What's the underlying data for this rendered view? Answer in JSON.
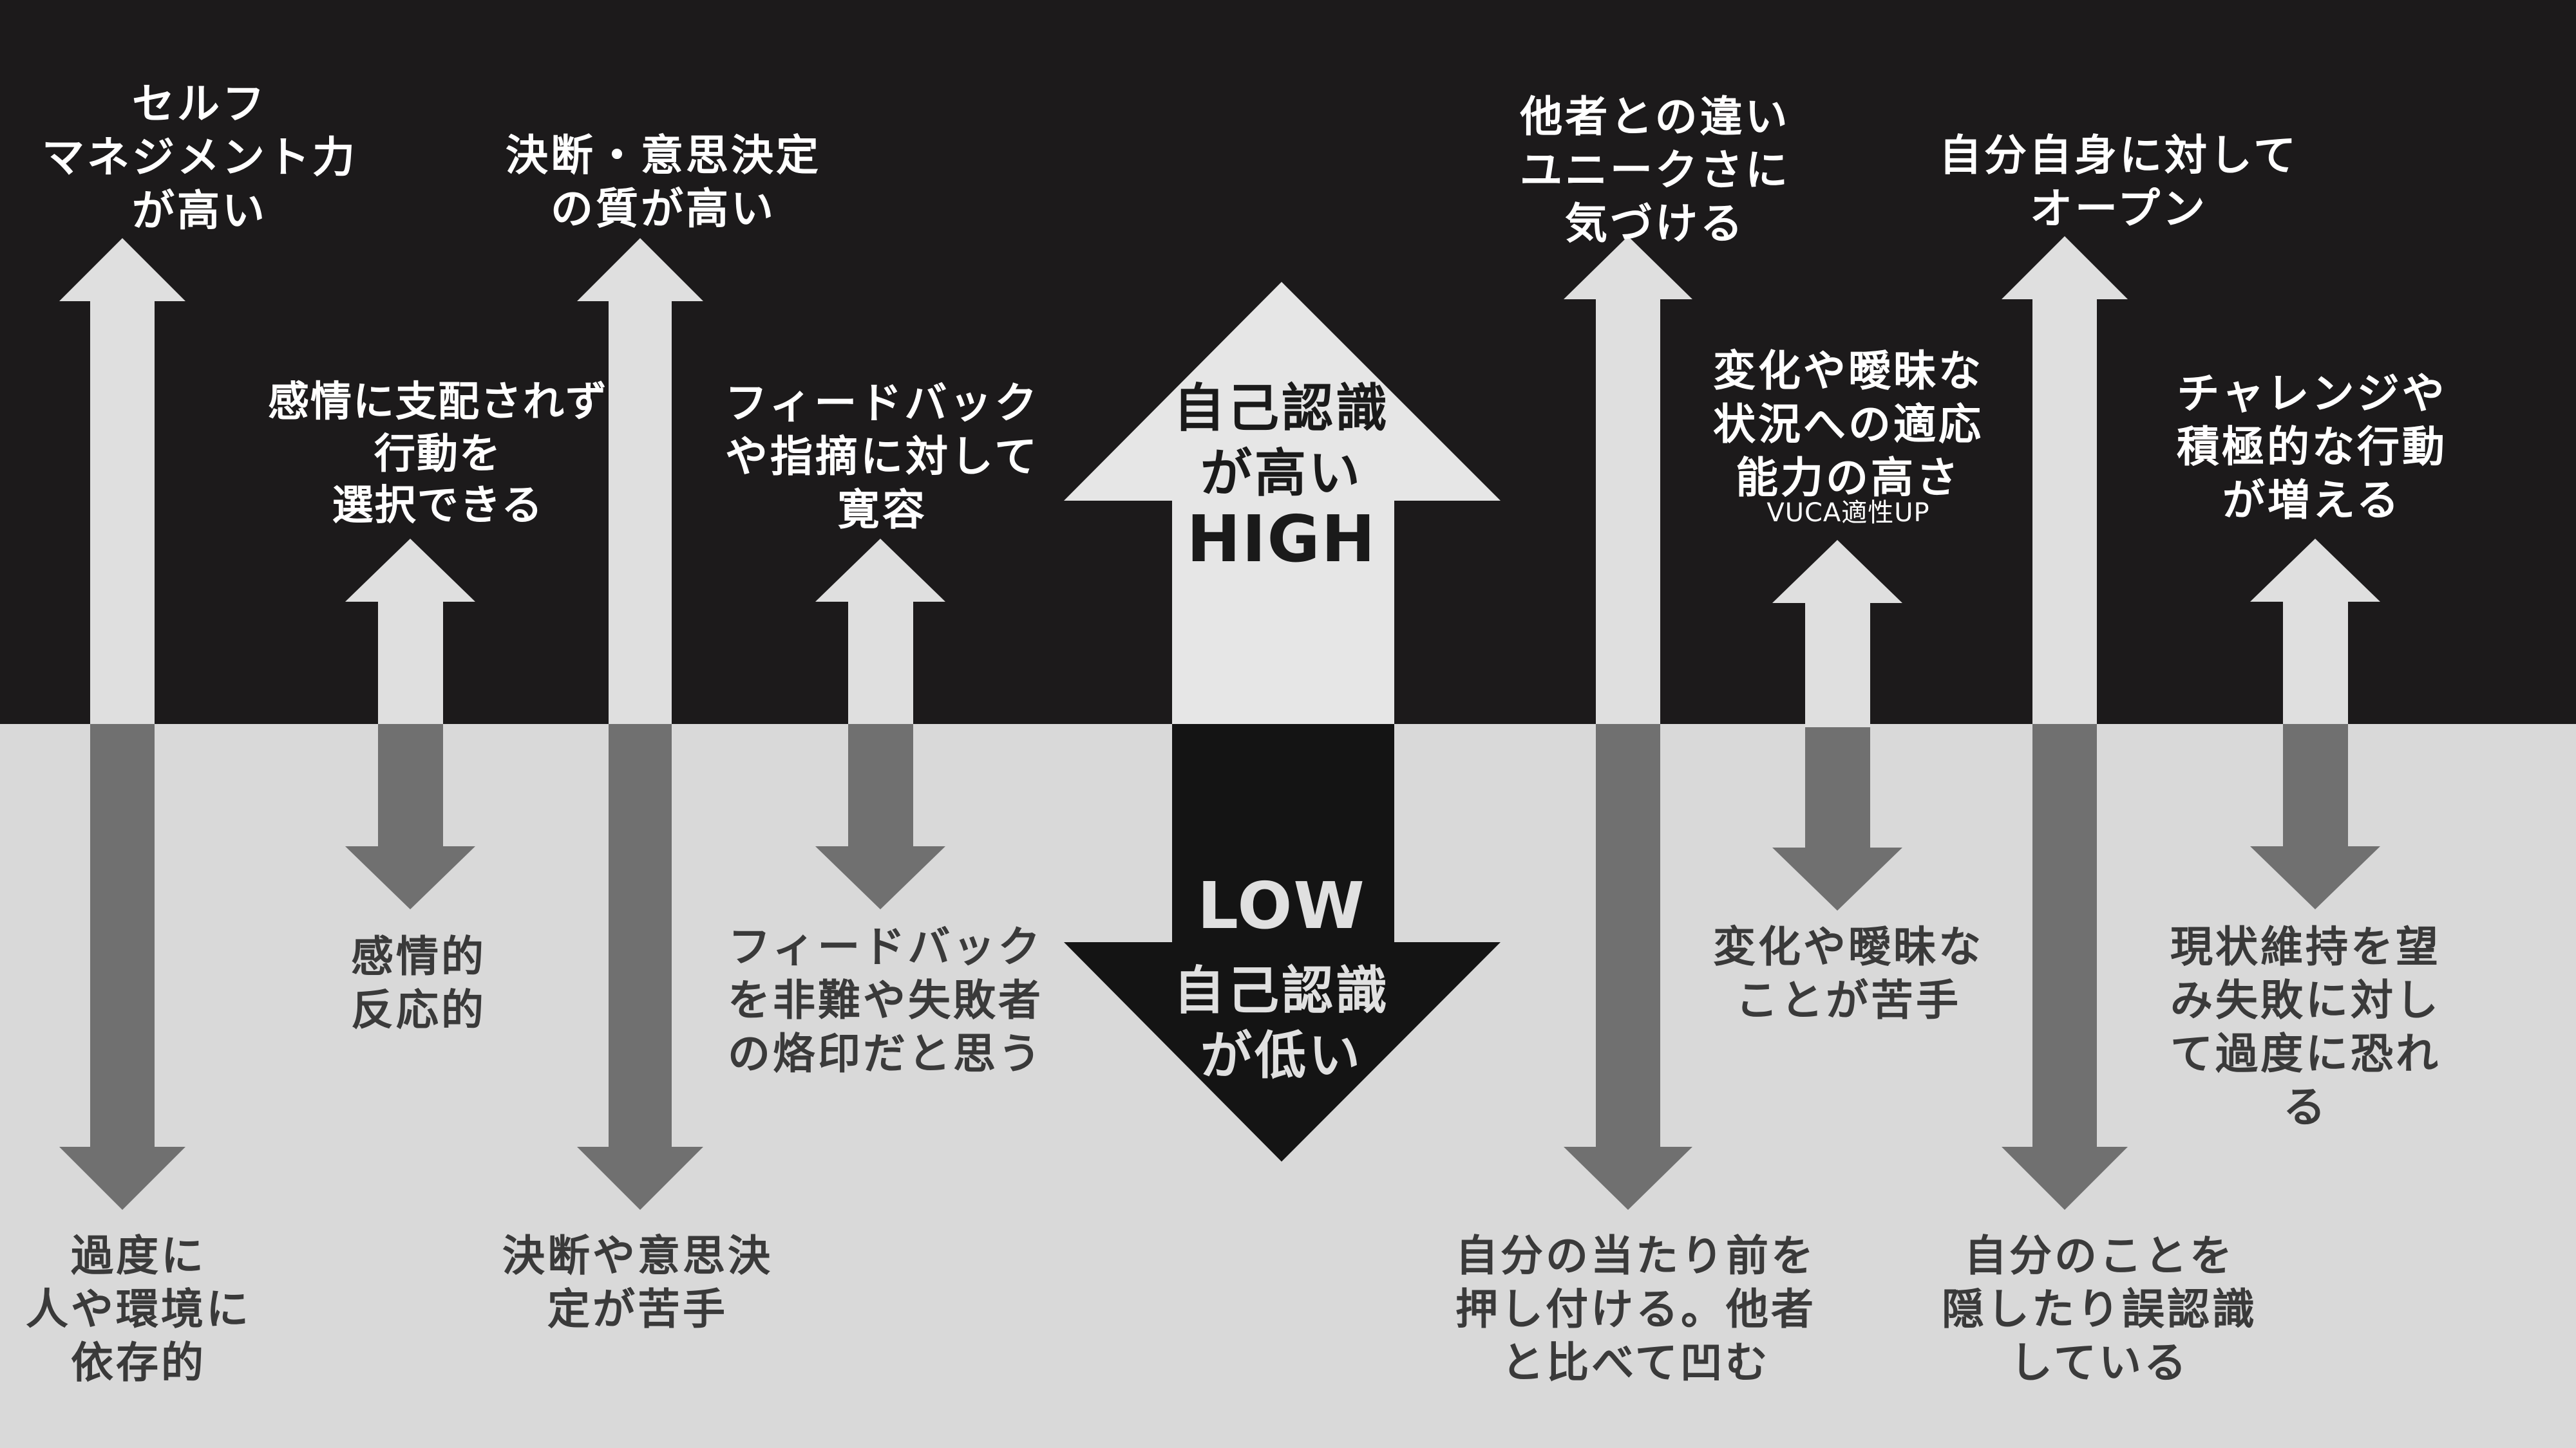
{
  "colors": {
    "top_background": "#1c1a1b",
    "bottom_background": "#d9d9d9",
    "arrow_up_fill": "#dfdfdf",
    "arrow_down_fill": "#707070",
    "center_up_fill": "#e6e6e6",
    "center_down_fill": "#141414"
  },
  "center": {
    "high_text": "自己認識\nが高い",
    "high_word": "HIGH",
    "low_word": "LOW",
    "low_text": "自己認識\nが低い"
  },
  "columns": [
    {
      "id": "self-management",
      "kind": "long",
      "top": "セルフ\nマネジメント力\nが高い",
      "bottom": "過度に\n人や環境に\n依存的"
    },
    {
      "id": "emotion",
      "kind": "short",
      "top": "感情に支配されず\n行動を\n選択できる",
      "bottom": "感情的\n反応的"
    },
    {
      "id": "decision",
      "kind": "long",
      "top": "決断・意思決定\nの質が高い",
      "bottom": "決断や意思決\n定が苦手"
    },
    {
      "id": "feedback",
      "kind": "short",
      "top": "フィードバック\nや指摘に対して\n寛容",
      "bottom": "フィードバック\nを非難や失敗者\nの烙印だと思う"
    },
    {
      "id": "uniqueness",
      "kind": "long",
      "top": "他者との違い\nユニークさに\n気づける",
      "bottom": "自分の当たり前を\n押し付ける。他者\nと比べて凹む"
    },
    {
      "id": "adaptability",
      "kind": "short",
      "top": "変化や曖昧な\n状況への適応\n能力の高さ",
      "sub": "VUCA適性UP",
      "bottom": "変化や曖昧な\nことが苦手"
    },
    {
      "id": "openness",
      "kind": "long",
      "top": "自分自身に対して\nオープン",
      "bottom": "自分のことを\n隠したり誤認識\nしている"
    },
    {
      "id": "challenge",
      "kind": "short",
      "top": "チャレンジや\n積極的な行動\nが増える",
      "bottom": "現状維持を望\nみ失敗に対し\nて過度に恐れ\nる"
    }
  ]
}
